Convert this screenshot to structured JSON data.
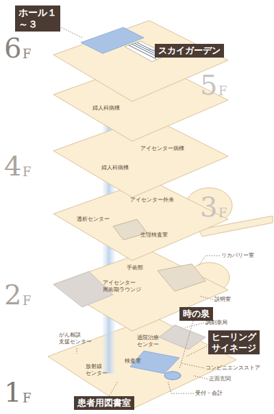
{
  "diagram": {
    "nodes": [
      {
        "text": [
          "ホール１～３"
        ]
      },
      {
        "text": [
          "スカイガーデン"
        ]
      },
      {
        "text": [
          "時の泉"
        ]
      },
      {
        "text": [
          "ヒーリング サイネージ"
        ]
      },
      {
        "text": [
          "患者用図書室"
        ]
      }
    ],
    "labels": [
      "6",
      "F",
      "5",
      "F",
      "4",
      "F",
      "3",
      "F",
      "2",
      "F",
      "1",
      "F",
      "婦人科病棟",
      "アイセンター病棟",
      "婦人科病棟",
      "アイセンター外来",
      "透析センター",
      "生理検査室",
      "手術部",
      "リカバリー室",
      "アイセンター 周術期ラウンジ",
      "説明室",
      "調剤薬局",
      "がん相談 支援センター",
      "通院治療 センター",
      "検査室",
      "コンビニエンスストア",
      "放射線 センター",
      "正面玄関",
      "受付・会計"
    ]
  }
}
